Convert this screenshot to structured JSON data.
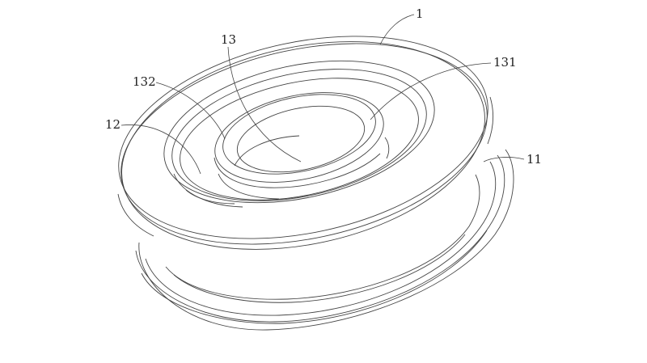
{
  "figure": {
    "stroke_color": "#444444",
    "background": "#ffffff",
    "labels": {
      "part_1": "1",
      "part_13": "13",
      "part_131": "131",
      "part_132": "132",
      "part_12": "12",
      "part_11": "11"
    }
  }
}
